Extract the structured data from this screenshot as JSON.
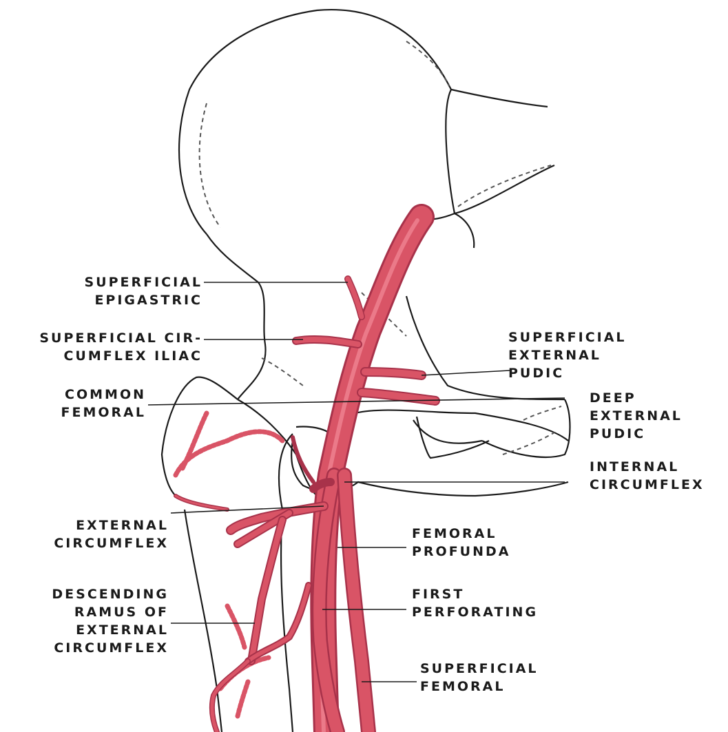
{
  "colors": {
    "artery": "#d95466",
    "artery_dark": "#a8324a",
    "line": "#1a1a1a"
  },
  "labels": {
    "superficial_epigastric": [
      "SUPERFICIAL",
      "EPIGASTRIC"
    ],
    "superficial_circumflex_iliac": [
      "SUPERFICIAL CIR-",
      "CUMFLEX ILIAC"
    ],
    "common_femoral": [
      "COMMON",
      "FEMORAL"
    ],
    "external_circumflex": [
      "EXTERNAL",
      "CIRCUMFLEX"
    ],
    "descending_ramus": [
      "DESCENDING",
      "RAMUS OF",
      "EXTERNAL",
      "CIRCUMFLEX"
    ],
    "superficial_external_pudic": [
      "SUPERFICIAL",
      "EXTERNAL",
      "PUDIC"
    ],
    "deep_external_pudic": [
      "DEEP",
      "EXTERNAL",
      "PUDIC"
    ],
    "internal_circumflex": [
      "INTERNAL",
      "CIRCUMFLEX"
    ],
    "femoral_profunda": [
      "FEMORAL",
      "PROFUNDA"
    ],
    "first_perforating": [
      "FIRST",
      "PERFORATING"
    ],
    "superficial_femoral": [
      "SUPERFICIAL",
      "FEMORAL"
    ]
  }
}
